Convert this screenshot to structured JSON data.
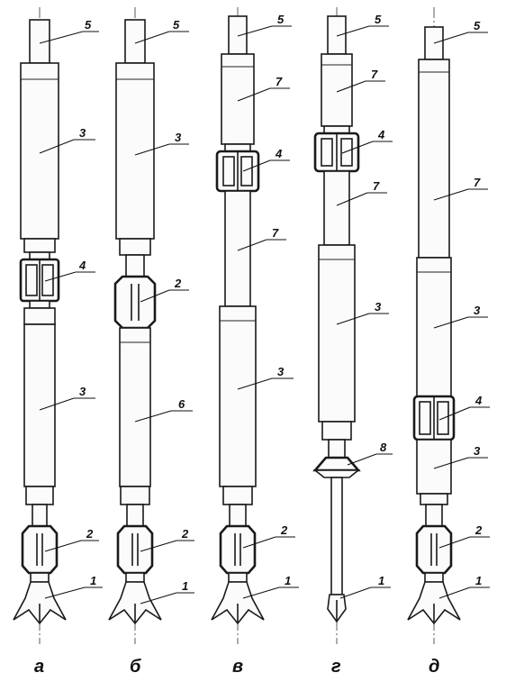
{
  "figure": {
    "assemblies": [
      {
        "caption": "а",
        "labels": [
          "5",
          "3",
          "4",
          "3",
          "2",
          "1"
        ]
      },
      {
        "caption": "б",
        "labels": [
          "5",
          "3",
          "2",
          "6",
          "2",
          "1"
        ]
      },
      {
        "caption": "в",
        "labels": [
          "5",
          "7",
          "4",
          "7",
          "3",
          "2",
          "1"
        ]
      },
      {
        "caption": "г",
        "labels": [
          "5",
          "7",
          "4",
          "7",
          "3",
          "8",
          "1"
        ]
      },
      {
        "caption": "д",
        "labels": [
          "5",
          "7",
          "3",
          "4",
          "3",
          "2",
          "1"
        ]
      }
    ]
  }
}
